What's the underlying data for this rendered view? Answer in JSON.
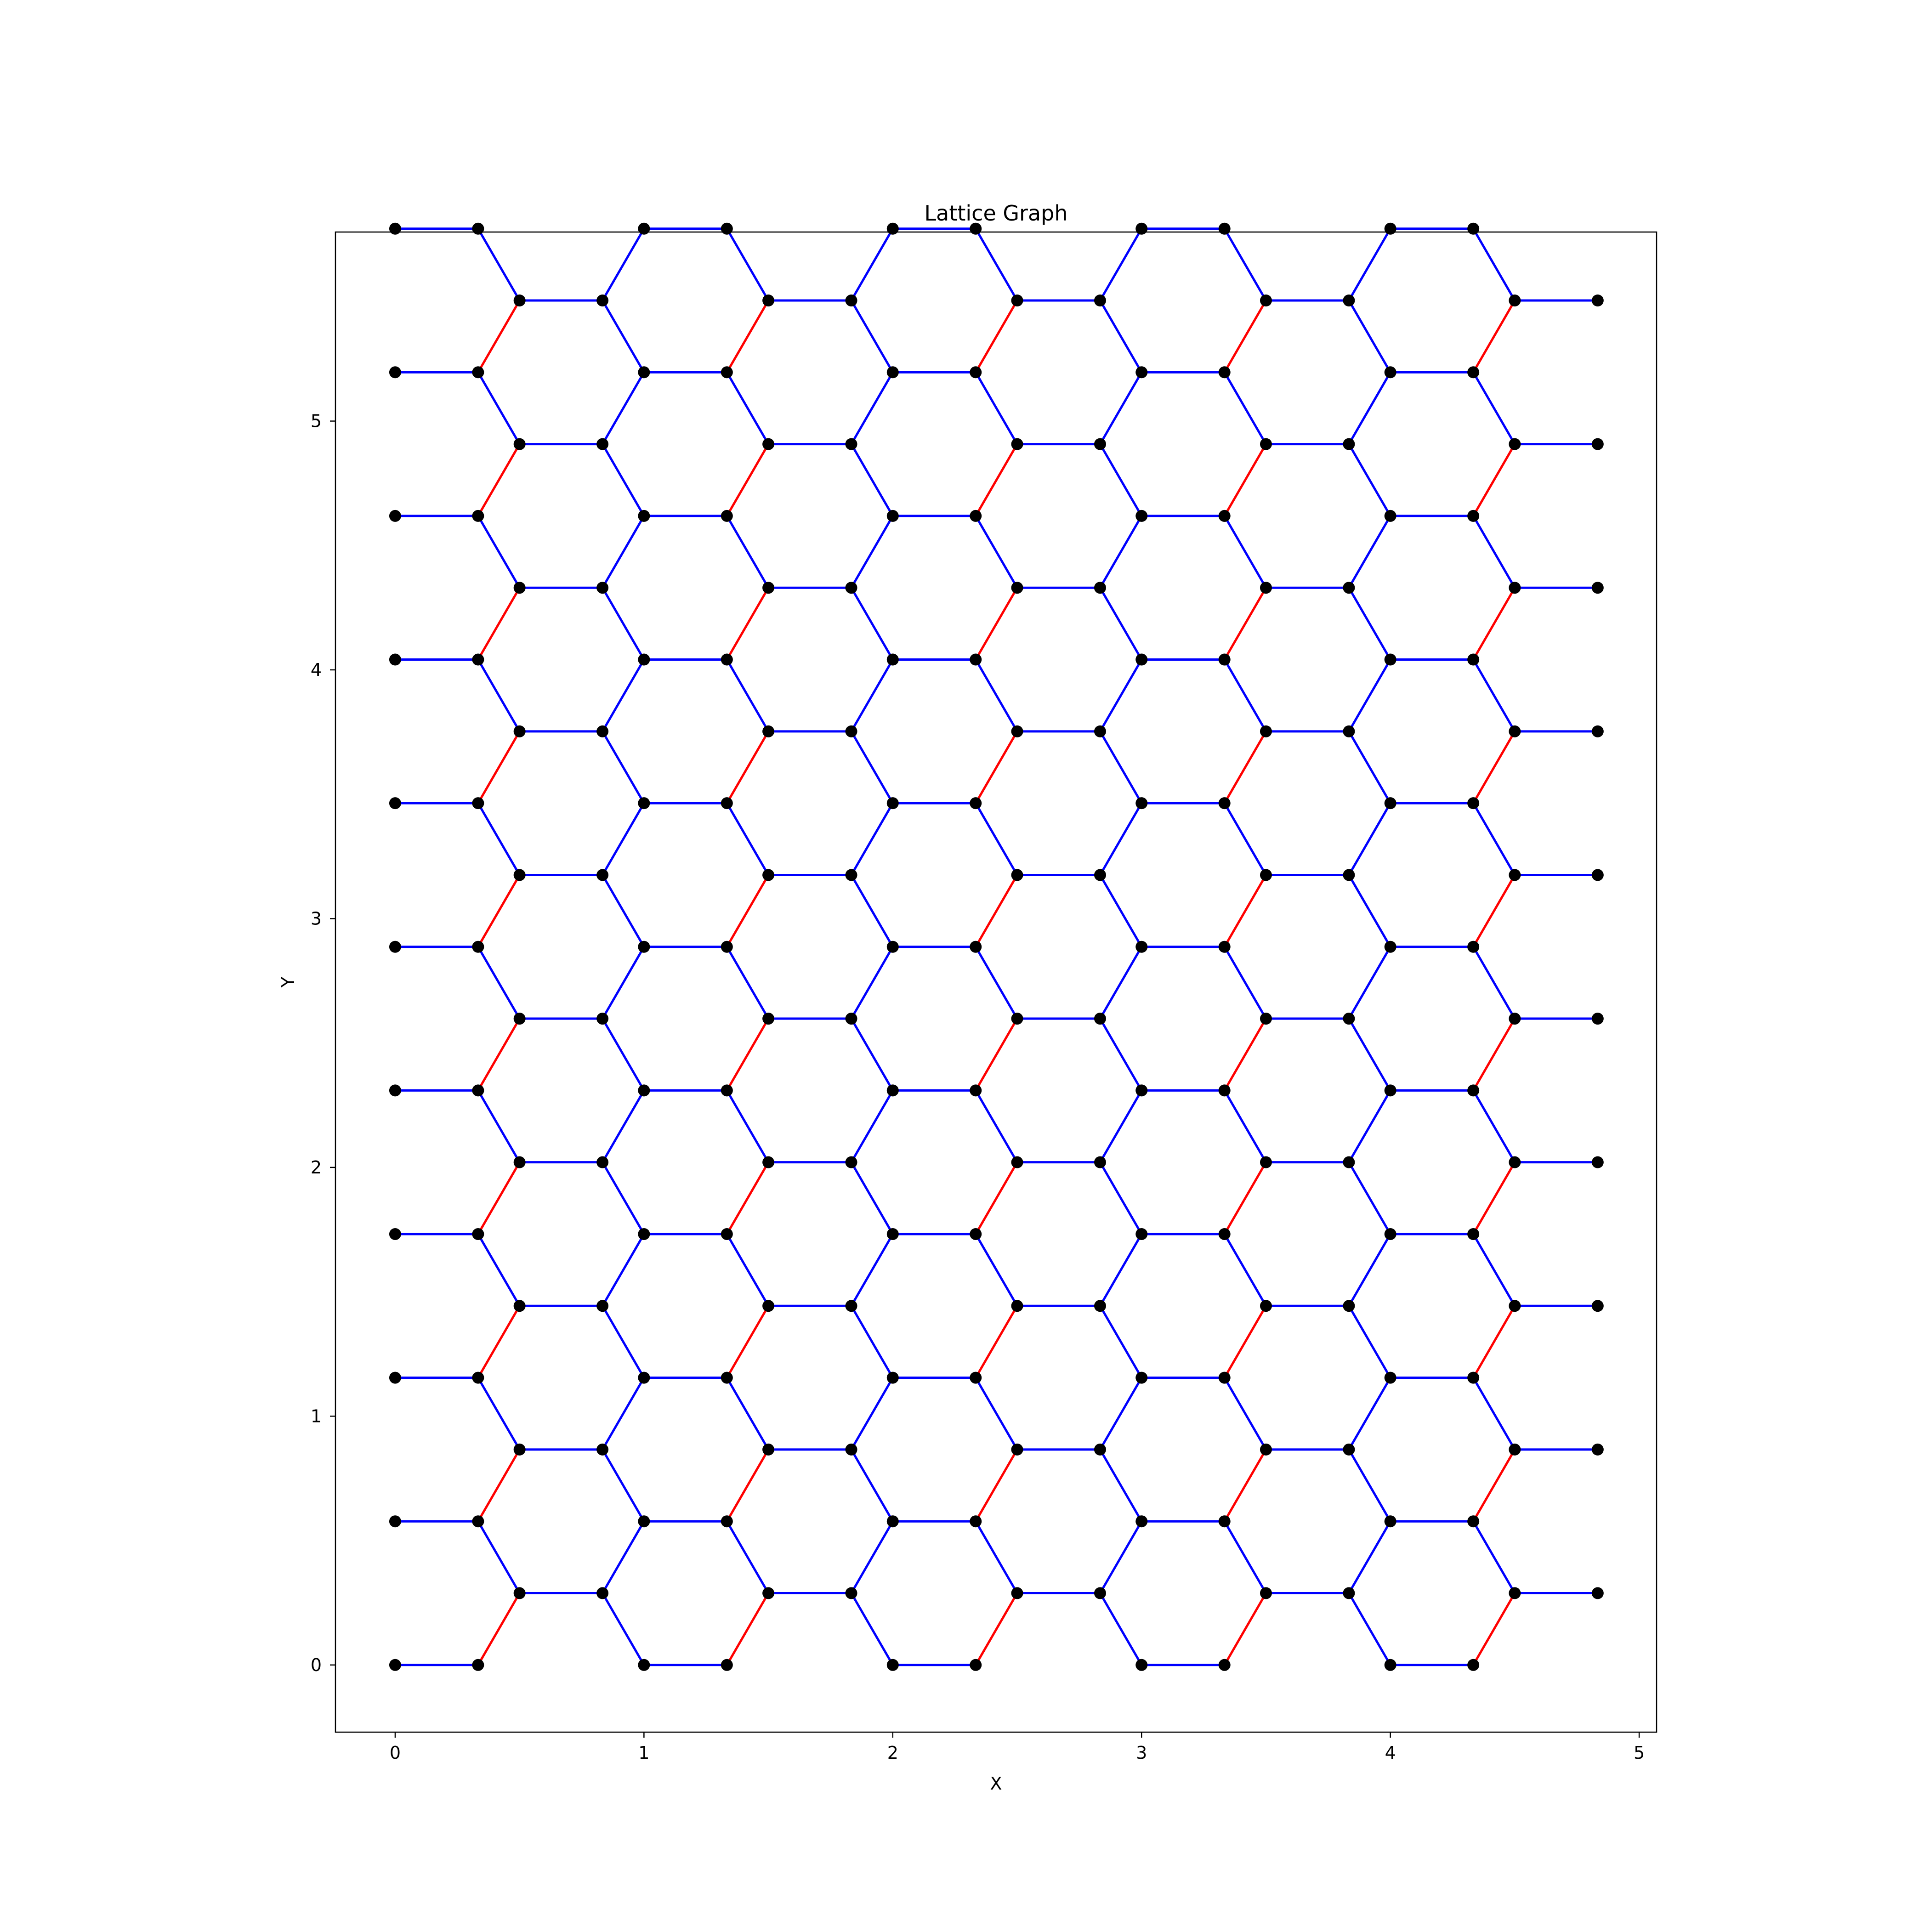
{
  "chart_data": {
    "type": "scatter",
    "subtype": "lattice-graph",
    "title": "Lattice Graph",
    "xlabel": "X",
    "ylabel": "Y",
    "xlim": [
      -0.24,
      5.07
    ],
    "ylim": [
      -0.27,
      5.76
    ],
    "xticks": [
      0,
      1,
      2,
      3,
      4,
      5
    ],
    "yticks": [
      0,
      1,
      2,
      3,
      4,
      5
    ],
    "grid": false,
    "lattice": {
      "kind": "honeycomb",
      "columns": 5,
      "rows": 10,
      "col_spacing": 1,
      "row_spacing": 0.57735,
      "node_x_offsets": [
        0,
        0.3333,
        0.5,
        0.8333
      ],
      "node_y_offsets": [
        0,
        0,
        0.288675,
        0.288675
      ],
      "right_boundary_x": 4.8333
    },
    "colors": {
      "node": "#000000",
      "edge_horizontal": "#0000ff",
      "edge_down_slope": "#0000ff",
      "edge_up_slope": "#ff0000"
    }
  }
}
